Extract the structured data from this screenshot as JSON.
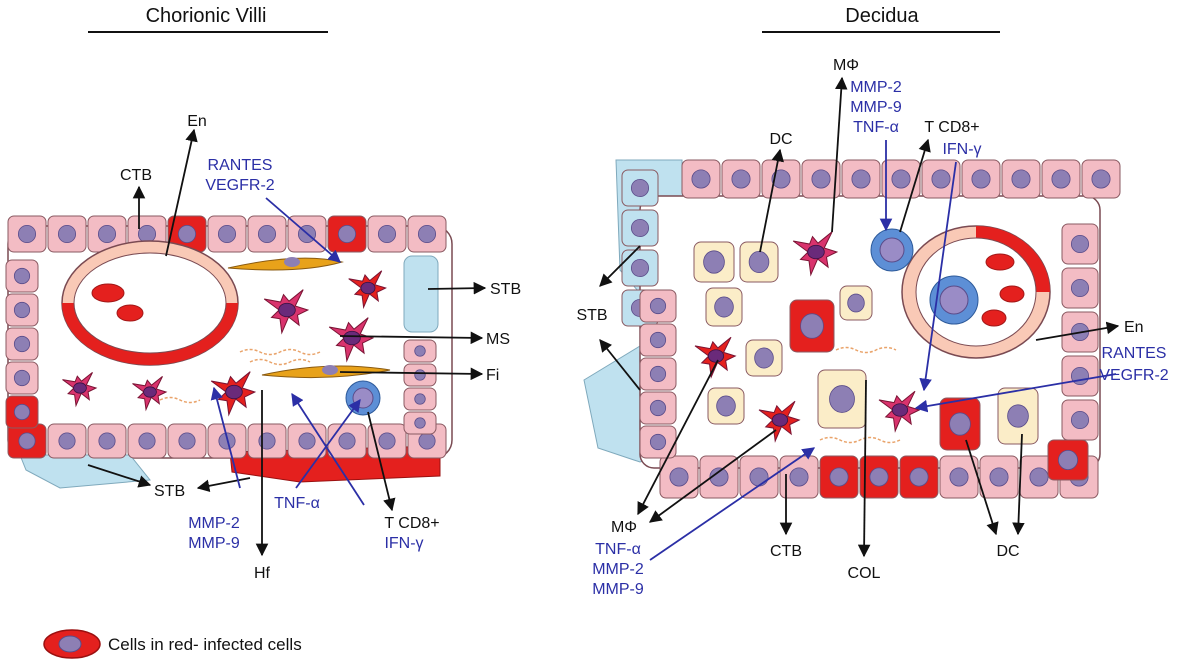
{
  "colors": {
    "cell_fill": "#f3bcc4",
    "cell_stroke": "#8a5a62",
    "nucleus": "#8d7fb4",
    "infected": "#e4201e",
    "stb_blue": "#bfe1ef",
    "macrophage": "#d9336d",
    "fibroblast": "#e8a21a",
    "decidual": "#fbedc8",
    "blue_label": "#2b2fa6",
    "lymphocyte": "#5d8fd6"
  },
  "panels": {
    "left": {
      "title": "Chorionic Villi"
    },
    "right": {
      "title": "Decidua"
    }
  },
  "labels": {
    "left": {
      "en": "En",
      "ctb": "CTB",
      "rantes": "RANTES",
      "vegfr2": "VEGFR-2",
      "stb_right": "STB",
      "ms": "MS",
      "fi": "Fi",
      "stb_bottom": "STB",
      "tnf": "TNF-α",
      "mmp2": "MMP-2",
      "mmp9": "MMP-9",
      "tcd8": "T CD8+",
      "ifn": "IFN-γ",
      "hf": "Hf"
    },
    "right": {
      "mphi_top": "MΦ",
      "mmp2_top": "MMP-2",
      "mmp9_top": "MMP-9",
      "tnf_top": "TNF-α",
      "dc_top": "DC",
      "tcd8": "T CD8+",
      "ifn": "IFN-γ",
      "stb": "STB",
      "en": "En",
      "rantes": "RANTES",
      "vegfr2": "VEGFR-2",
      "mphi_bottom": "MΦ",
      "tnf_bottom": "TNF-α",
      "mmp2_bottom": "MMP-2",
      "mmp9_bottom": "MMP-9",
      "ctb": "CTB",
      "col": "COL",
      "dc_bottom": "DC"
    }
  },
  "legend": {
    "text": "Cells in red- infected cells"
  }
}
